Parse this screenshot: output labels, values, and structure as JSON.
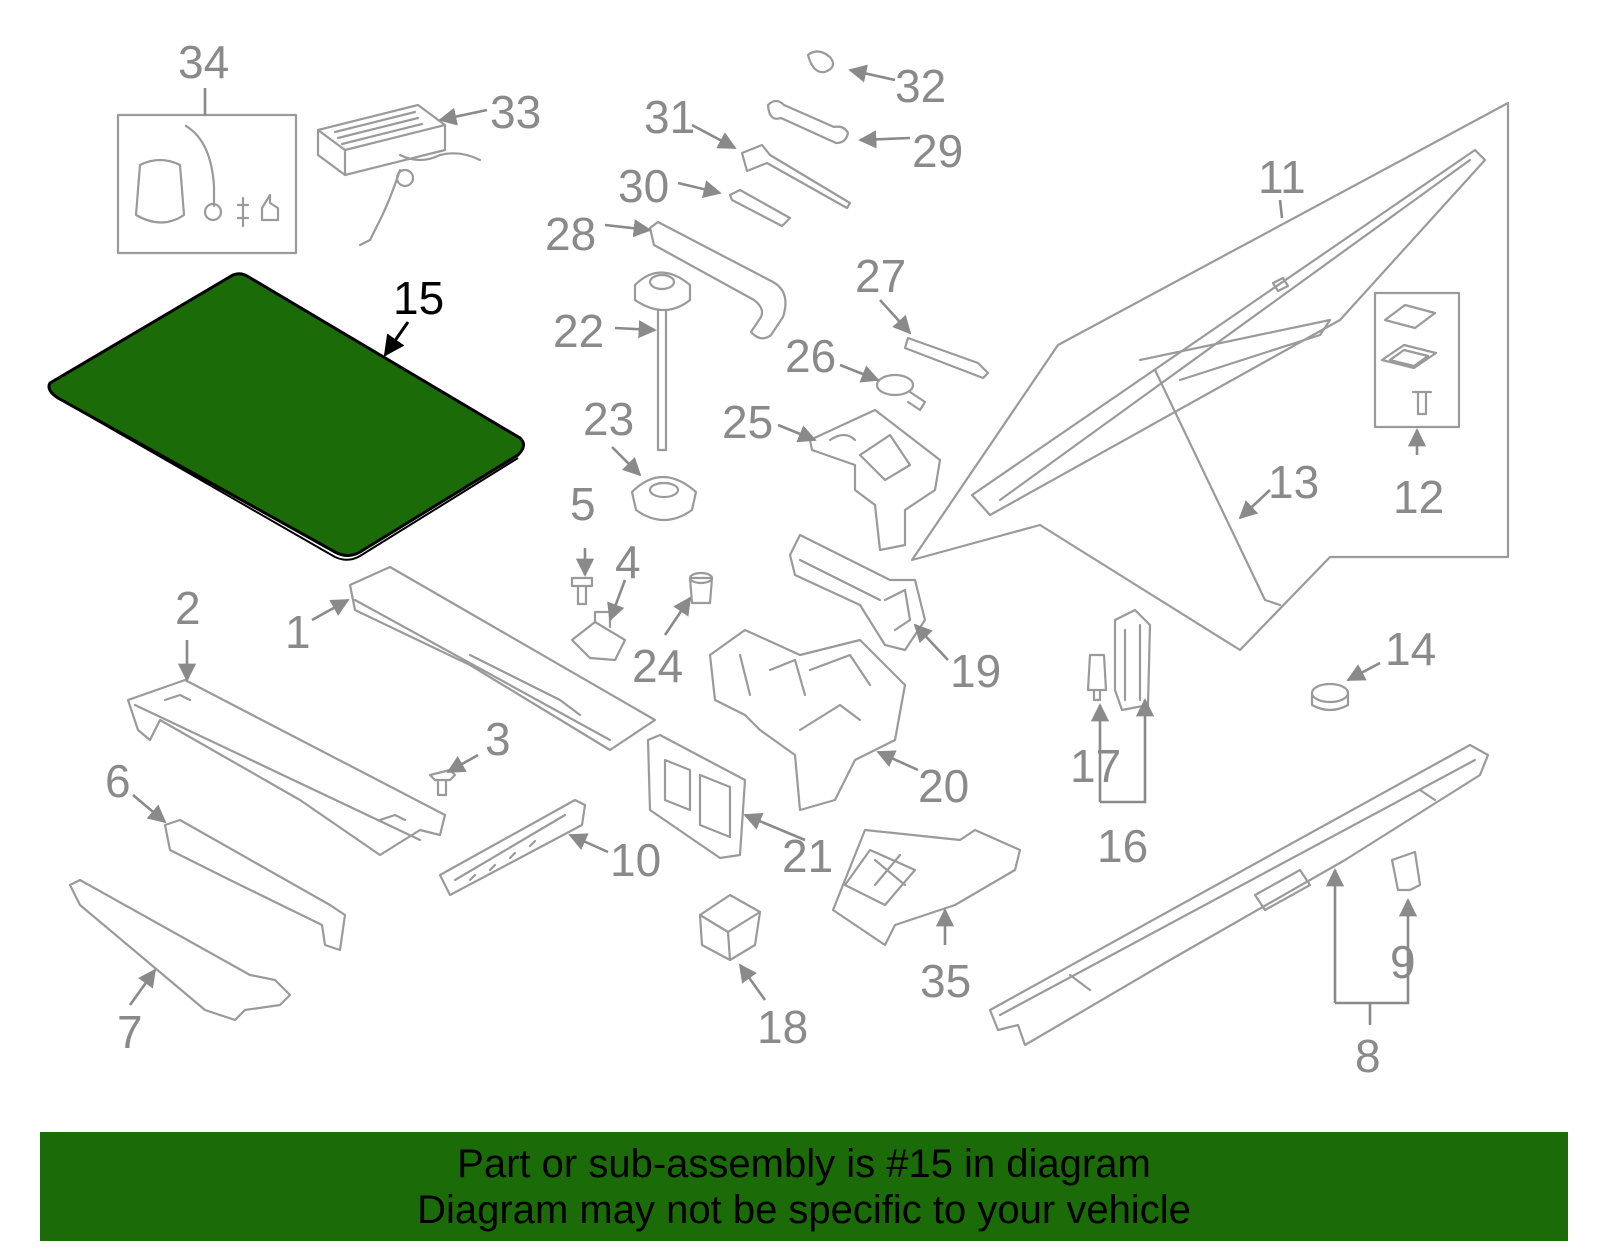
{
  "diagram": {
    "highlight_color": "#1b6b08",
    "callouts": [
      {
        "id": "1",
        "label": "1"
      },
      {
        "id": "2",
        "label": "2"
      },
      {
        "id": "3",
        "label": "3"
      },
      {
        "id": "4",
        "label": "4"
      },
      {
        "id": "5",
        "label": "5"
      },
      {
        "id": "6",
        "label": "6"
      },
      {
        "id": "7",
        "label": "7"
      },
      {
        "id": "8",
        "label": "8"
      },
      {
        "id": "9",
        "label": "9"
      },
      {
        "id": "10",
        "label": "10"
      },
      {
        "id": "11",
        "label": "11"
      },
      {
        "id": "12",
        "label": "12"
      },
      {
        "id": "13",
        "label": "13"
      },
      {
        "id": "14",
        "label": "14"
      },
      {
        "id": "15",
        "label": "15"
      },
      {
        "id": "16",
        "label": "16"
      },
      {
        "id": "17",
        "label": "17"
      },
      {
        "id": "18",
        "label": "18"
      },
      {
        "id": "19",
        "label": "19"
      },
      {
        "id": "20",
        "label": "20"
      },
      {
        "id": "21",
        "label": "21"
      },
      {
        "id": "22",
        "label": "22"
      },
      {
        "id": "23",
        "label": "23"
      },
      {
        "id": "24",
        "label": "24"
      },
      {
        "id": "25",
        "label": "25"
      },
      {
        "id": "26",
        "label": "26"
      },
      {
        "id": "27",
        "label": "27"
      },
      {
        "id": "28",
        "label": "28"
      },
      {
        "id": "29",
        "label": "29"
      },
      {
        "id": "30",
        "label": "30"
      },
      {
        "id": "31",
        "label": "31"
      },
      {
        "id": "32",
        "label": "32"
      },
      {
        "id": "33",
        "label": "33"
      },
      {
        "id": "34",
        "label": "34"
      },
      {
        "id": "35",
        "label": "35"
      }
    ]
  },
  "banner": {
    "background": "#1b6b08",
    "line1": "Part or sub-assembly is #15 in diagram",
    "line2": "Diagram may not be specific to your vehicle"
  }
}
